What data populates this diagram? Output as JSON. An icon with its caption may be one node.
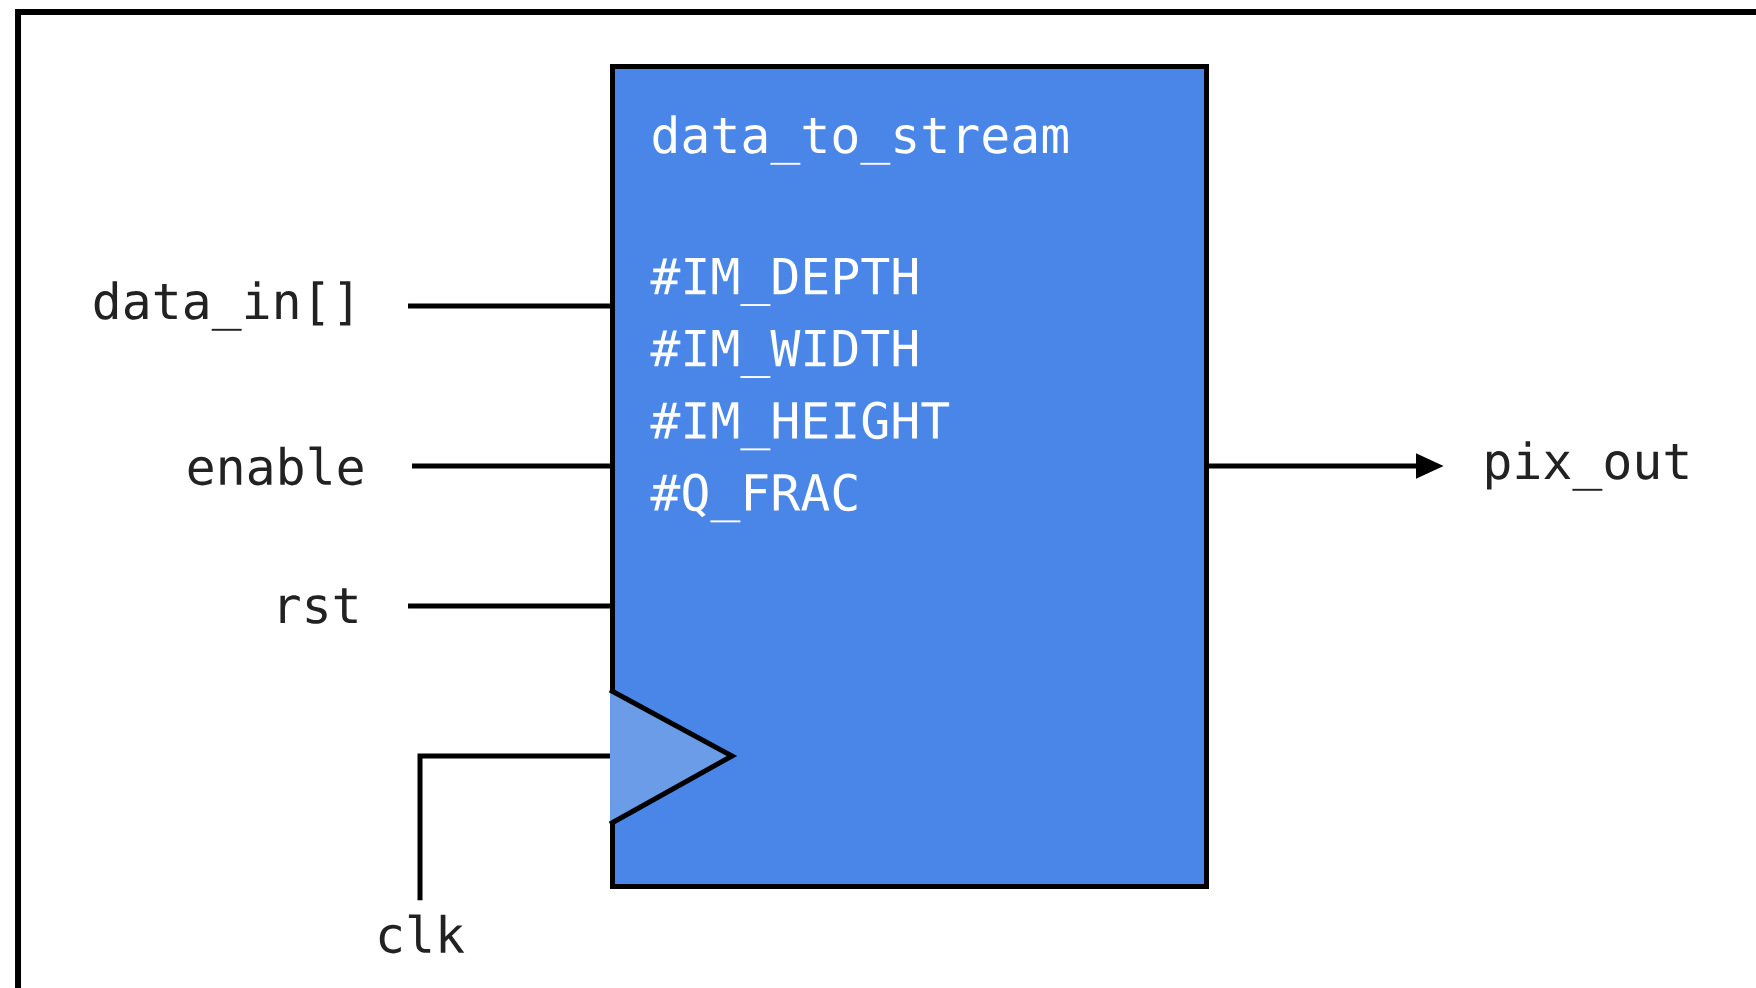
{
  "diagram": {
    "nodes": [
      {
        "text": [
          "data_to_stream",
          "#IM_DEPTH",
          "#IM_WIDTH",
          "#IM_HEIGHT",
          "#Q_FRAC"
        ]
      },
      {
        "text": [
          "data_in[]"
        ]
      },
      {
        "text": [
          "enable"
        ]
      },
      {
        "text": [
          "rst"
        ]
      },
      {
        "text": [
          "clk"
        ]
      },
      {
        "text": [
          "pix_out"
        ]
      }
    ],
    "edges": [
      {
        "from": 1,
        "to": 0,
        "arrow": "none"
      },
      {
        "from": 2,
        "to": 0,
        "arrow": "none"
      },
      {
        "from": 3,
        "to": 0,
        "arrow": "none"
      },
      {
        "from": 4,
        "to": 0,
        "arrow": "none"
      },
      {
        "from": 0,
        "to": 5,
        "arrow": "to"
      }
    ]
  }
}
